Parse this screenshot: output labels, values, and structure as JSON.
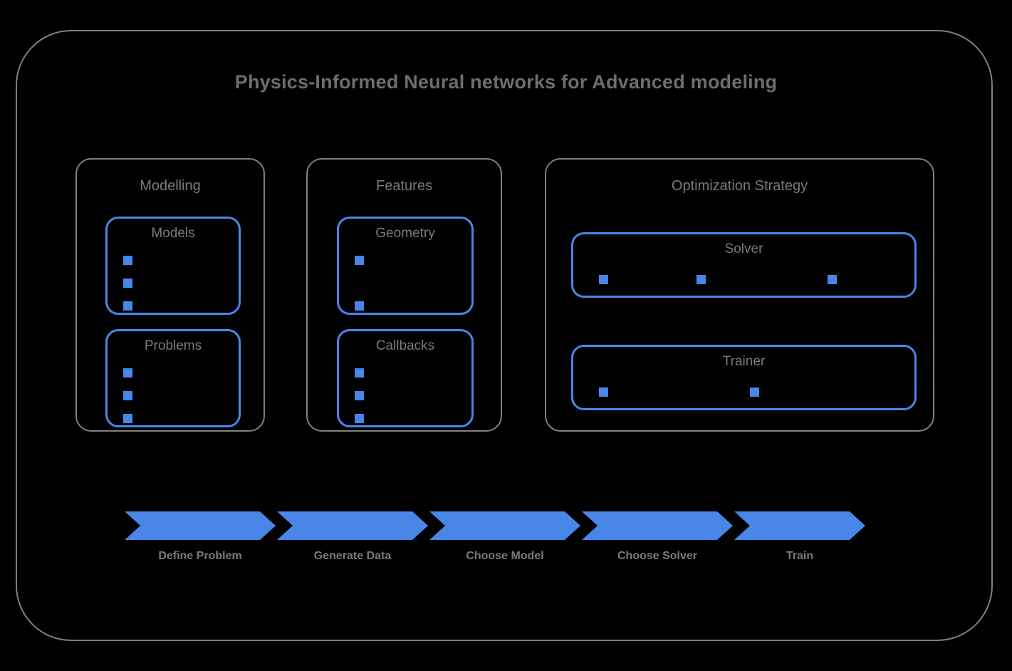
{
  "diagram": {
    "title": "Physics-Informed Neural networks for Advanced modeling",
    "colors": {
      "background": "#000000",
      "outer_border": "#808080",
      "panel_border": "#808080",
      "accent_blue": "#4a86e8",
      "label_gray": "#7a7a7a",
      "title_gray": "#6e6e6e"
    },
    "groups": [
      {
        "id": "modelling",
        "title": "Modelling",
        "boxes": [
          {
            "id": "models",
            "title": "Models",
            "marker_count": 3,
            "marker_layout": "vertical"
          },
          {
            "id": "problems",
            "title": "Problems",
            "marker_count": 3,
            "marker_layout": "vertical"
          }
        ]
      },
      {
        "id": "features",
        "title": "Features",
        "boxes": [
          {
            "id": "geometry",
            "title": "Geometry",
            "marker_count": 2,
            "marker_layout": "vertical-spread"
          },
          {
            "id": "callbacks",
            "title": "Callbacks",
            "marker_count": 3,
            "marker_layout": "vertical"
          }
        ]
      },
      {
        "id": "optimization",
        "title": "Optimization Strategy",
        "boxes": [
          {
            "id": "solver",
            "title": "Solver",
            "marker_count": 3,
            "marker_layout": "horizontal"
          },
          {
            "id": "trainer",
            "title": "Trainer",
            "marker_count": 2,
            "marker_layout": "horizontal"
          }
        ]
      }
    ],
    "pipeline": {
      "steps": [
        {
          "label": "Define Problem"
        },
        {
          "label": "Generate Data"
        },
        {
          "label": "Choose Model"
        },
        {
          "label": "Choose Solver"
        },
        {
          "label": "Train"
        }
      ]
    },
    "icons": {
      "marker": "cube-icon"
    }
  }
}
